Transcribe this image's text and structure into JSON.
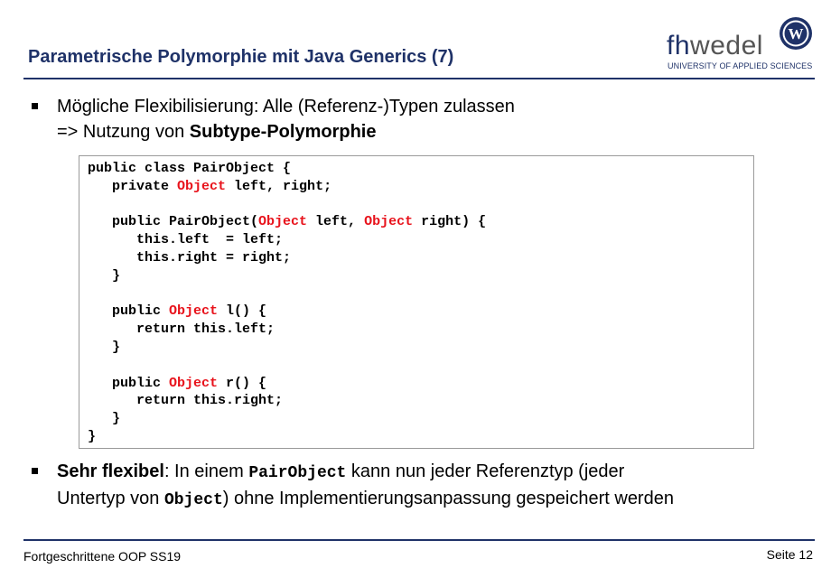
{
  "header": {
    "title": "Parametrische Polymorphie mit Java Generics (7)",
    "logo_fh": "fh",
    "logo_wedel": "wedel",
    "logo_subtitle": "UNIVERSITY OF APPLIED SCIENCES",
    "badge_letter": "W"
  },
  "bullets": {
    "b1_line1": "Mögliche Flexibilisierung: Alle (Referenz-)Typen zulassen",
    "b1_line2_prefix": "=> Nutzung von ",
    "b1_line2_bold": "Subtype-Polymorphie",
    "b2_bold": "Sehr flexibel",
    "b2_after_bold": ": In einem ",
    "b2_code1": "PairObject",
    "b2_after_code1": " kann nun jeder Referenztyp (jeder",
    "b2_line2_prefix": "Untertyp von ",
    "b2_code2": "Object",
    "b2_line2_suffix": ") ohne Implementierungsanpassung gespeichert werden"
  },
  "code": {
    "l1": "public class PairObject {",
    "l2a": "   private ",
    "l2b": "Object",
    "l2c": " left, right;",
    "l4a": "   public PairObject(",
    "l4b": "Object",
    "l4c": " left, ",
    "l4d": "Object",
    "l4e": " right) {",
    "l5": "      this.left  = left;",
    "l6": "      this.right = right;",
    "l7": "   }",
    "l9a": "   public ",
    "l9b": "Object",
    "l9c": " l() {",
    "l10": "      return this.left;",
    "l11": "   }",
    "l13a": "   public ",
    "l13b": "Object",
    "l13c": " r() {",
    "l14": "      return this.right;",
    "l15": "   }",
    "l16": "}"
  },
  "footer": {
    "left": "Fortgeschrittene OOP SS19",
    "right": "Seite 12"
  },
  "colors": {
    "brand": "#1f3268",
    "keyword_highlight": "#e8121b"
  }
}
